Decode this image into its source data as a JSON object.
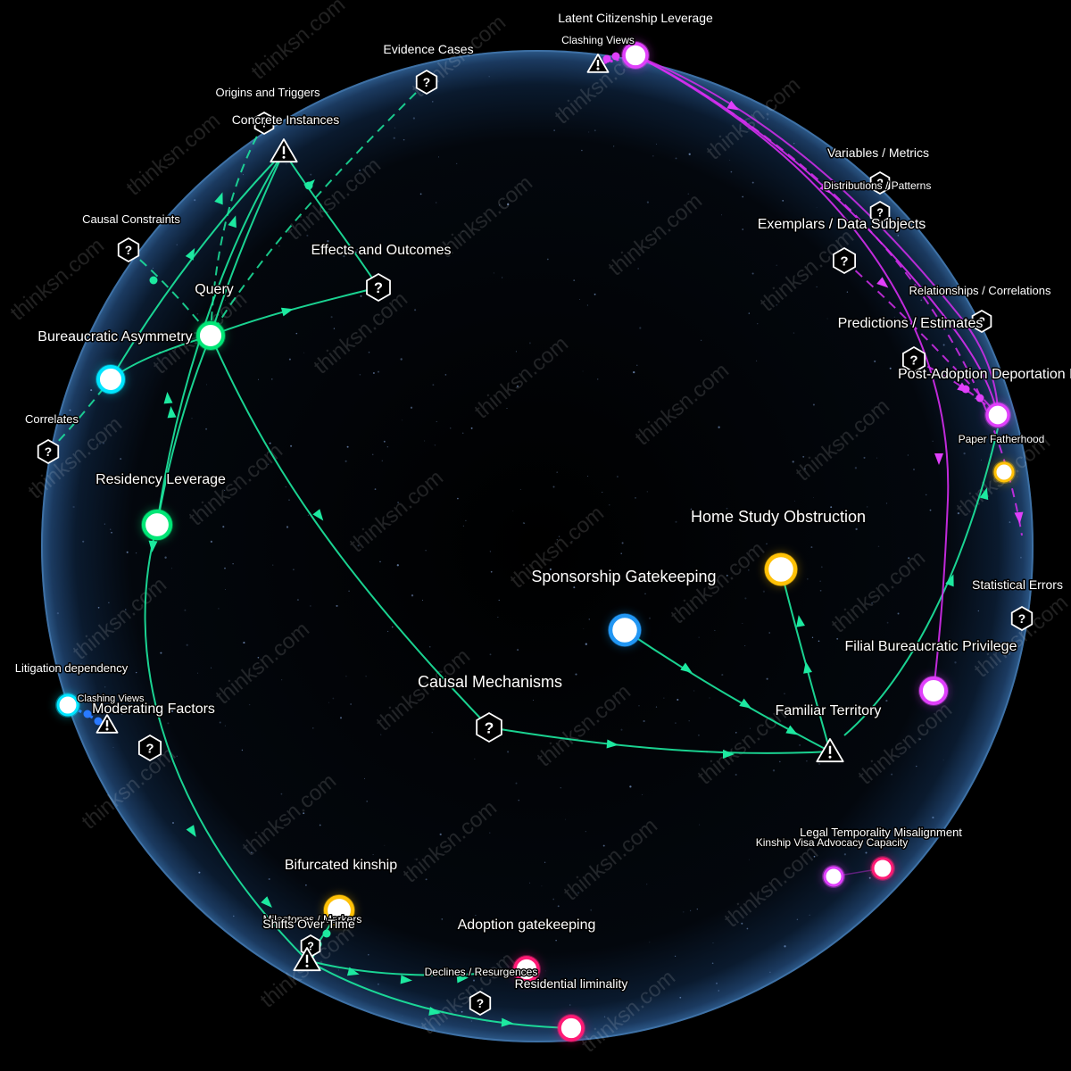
{
  "watermark": "thinksn.com",
  "colors": {
    "background": "#000000",
    "sphere_edge": "#3a6fa8",
    "green_edge": "#1de9a0",
    "magenta_edge": "#e040fb",
    "blue_edge": "#2979ff",
    "cyan_node": "#00e5ff",
    "green_node": "#00e676",
    "blue_node": "#2196f3",
    "yellow_node": "#ffc107",
    "magenta_node": "#e040fb",
    "pink_node": "#ff1a75"
  },
  "nodes": [
    {
      "id": "latent-citizenship-leverage",
      "label": "Latent Citizenship Leverage",
      "type": "circle",
      "color": "magenta_node"
    },
    {
      "id": "clashing-views-top",
      "label": "Clashing Views",
      "type": "warning"
    },
    {
      "id": "evidence-cases",
      "label": "Evidence Cases",
      "type": "question"
    },
    {
      "id": "origins-and-triggers",
      "label": "Origins and Triggers",
      "type": "question"
    },
    {
      "id": "concrete-instances",
      "label": "Concrete Instances",
      "type": "warning"
    },
    {
      "id": "causal-constraints",
      "label": "Causal Constraints",
      "type": "question"
    },
    {
      "id": "effects-and-outcomes",
      "label": "Effects and Outcomes",
      "type": "question"
    },
    {
      "id": "query",
      "label": "Query",
      "type": "circle",
      "color": "green_node"
    },
    {
      "id": "bureaucratic-asymmetry",
      "label": "Bureaucratic Asymmetry",
      "type": "circle",
      "color": "cyan_node"
    },
    {
      "id": "correlates",
      "label": "Correlates",
      "type": "question"
    },
    {
      "id": "residency-leverage",
      "label": "Residency Leverage",
      "type": "circle",
      "color": "green_node"
    },
    {
      "id": "variables-metrics",
      "label": "Variables / Metrics",
      "type": "question"
    },
    {
      "id": "distributions-patterns",
      "label": "Distributions / Patterns",
      "type": "question"
    },
    {
      "id": "exemplars-data-subjects",
      "label": "Exemplars / Data Subjects",
      "type": "question"
    },
    {
      "id": "relationships-correlations",
      "label": "Relationships / Correlations",
      "type": "question"
    },
    {
      "id": "predictions-estimates",
      "label": "Predictions / Estimates",
      "type": "question"
    },
    {
      "id": "post-adoption-deportation",
      "label": "Post-Adoption Deportation R",
      "type": "circle",
      "color": "magenta_node"
    },
    {
      "id": "paper-fatherhood",
      "label": "Paper Fatherhood",
      "type": "circle",
      "color": "yellow_node"
    },
    {
      "id": "home-study-obstruction",
      "label": "Home Study Obstruction",
      "type": "circle",
      "color": "yellow_node"
    },
    {
      "id": "sponsorship-gatekeeping",
      "label": "Sponsorship Gatekeeping",
      "type": "circle",
      "color": "blue_node"
    },
    {
      "id": "statistical-errors",
      "label": "Statistical Errors",
      "type": "question"
    },
    {
      "id": "filial-bureaucratic-privilege",
      "label": "Filial Bureaucratic Privilege",
      "type": "circle",
      "color": "magenta_node"
    },
    {
      "id": "causal-mechanisms",
      "label": "Causal Mechanisms",
      "type": "question"
    },
    {
      "id": "familiar-territory",
      "label": "Familiar Territory",
      "type": "warning"
    },
    {
      "id": "litigation-dependency",
      "label": "Litigation dependency",
      "type": "circle",
      "color": "cyan_node"
    },
    {
      "id": "clashing-views-left",
      "label": "Clashing Views",
      "type": "warning"
    },
    {
      "id": "moderating-factors",
      "label": "Moderating Factors",
      "type": "question"
    },
    {
      "id": "legal-temporality-misalignment",
      "label": "Legal Temporality Misalignment",
      "type": "circle",
      "color": "pink_node"
    },
    {
      "id": "kinship-visa-advocacy-capacity",
      "label": "Kinship Visa Advocacy Capacity",
      "type": "circle",
      "color": "magenta_node"
    },
    {
      "id": "bifurcated-kinship",
      "label": "Bifurcated kinship",
      "type": "circle",
      "color": "yellow_node"
    },
    {
      "id": "milestones-markers",
      "label": "Milestones / Markers",
      "type": "question"
    },
    {
      "id": "shifts-over-time",
      "label": "Shifts Over Time",
      "type": "warning"
    },
    {
      "id": "adoption-gatekeeping",
      "label": "Adoption gatekeeping",
      "type": "circle",
      "color": "pink_node"
    },
    {
      "id": "declines-resurgences",
      "label": "Declines / Resurgences",
      "type": "question"
    },
    {
      "id": "residential-liminality",
      "label": "Residential liminality",
      "type": "circle",
      "color": "pink_node"
    }
  ]
}
